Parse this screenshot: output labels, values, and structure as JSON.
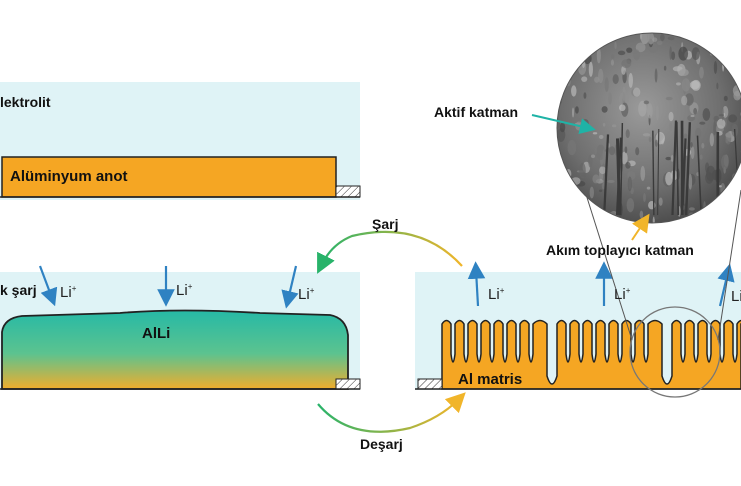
{
  "labels": {
    "electrolyte": "lektrolit",
    "aluminum_anode": "Alüminyum anot",
    "first_charge": "k şarj",
    "alli": "AlLi",
    "al_matrix": "Al matris",
    "charge": "Şarj",
    "discharge": "Deşarj",
    "active_layer": "Aktif katman",
    "current_collector": "Akım toplayıcı katman"
  },
  "ion": {
    "symbol": "Li",
    "charge": "+"
  },
  "colors": {
    "electrolyte": "#dff3f6",
    "anode_orange": "#f5a623",
    "alli_teal": "#2fbea3",
    "arrow_blue": "#2f82c2",
    "arrow_green": "#28b36a",
    "arrow_yellow": "#f1b52a",
    "teal_pointer": "#1fb3a6"
  }
}
